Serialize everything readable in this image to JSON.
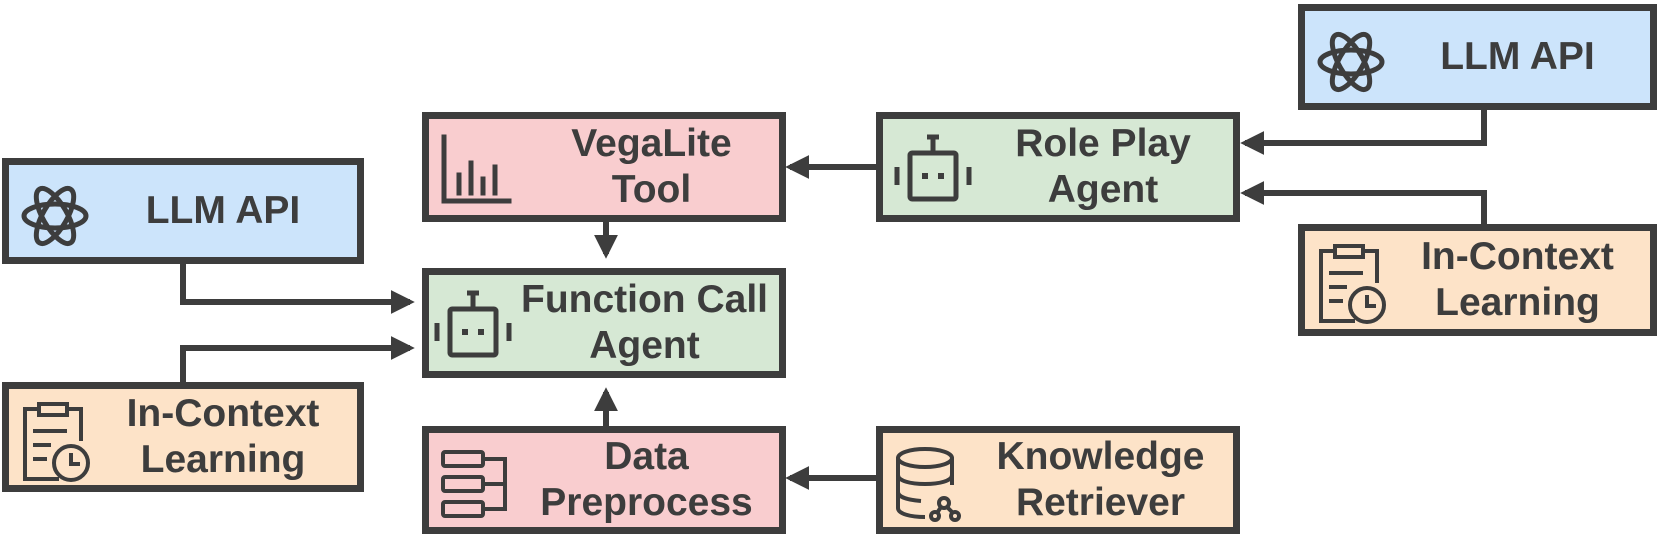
{
  "colors": {
    "border": "#3d3d3d",
    "llm_api": "#cce4fb",
    "tool": "#f9cdcf",
    "agent": "#d6e8d4",
    "context": "#fde3c8"
  },
  "nodes": {
    "llm_api_right": {
      "line1": "LLM API",
      "icon": "openai-logo-icon"
    },
    "llm_api_left": {
      "line1": "LLM API",
      "icon": "openai-logo-icon"
    },
    "vegalite_tool": {
      "line1": "VegaLite",
      "line2": "Tool",
      "icon": "bar-chart-icon"
    },
    "role_play_agent": {
      "line1": "Role Play",
      "line2": "Agent",
      "icon": "robot-icon"
    },
    "function_call_agent": {
      "line1": "Function Call",
      "line2": "Agent",
      "icon": "robot-icon"
    },
    "in_context_right": {
      "line1": "In-Context",
      "line2": "Learning",
      "icon": "clipboard-clock-icon"
    },
    "in_context_left": {
      "line1": "In-Context",
      "line2": "Learning",
      "icon": "clipboard-clock-icon"
    },
    "data_preprocess": {
      "line1": "Data",
      "line2": "Preprocess",
      "icon": "data-table-icon"
    },
    "knowledge_retriever": {
      "line1": "Knowledge",
      "line2": "Retriever",
      "icon": "database-search-icon"
    }
  }
}
